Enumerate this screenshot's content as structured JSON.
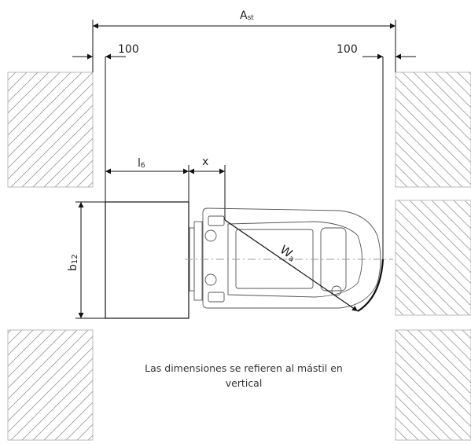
{
  "labels": {
    "ast_main": "A",
    "ast_sub": "st",
    "left_clearance": "100",
    "right_clearance": "100",
    "l6_main": "l",
    "l6_sub": "6",
    "x": "x",
    "b12_main": "b",
    "b12_sub": "12",
    "wa_main": "W",
    "wa_sub": "a"
  },
  "caption": {
    "line1": "Las dimensiones se refieren al mástil en",
    "line2": "vertical"
  },
  "colors": {
    "line": "#111111",
    "hatch": "#9a9a9a",
    "truck": "#555555"
  }
}
